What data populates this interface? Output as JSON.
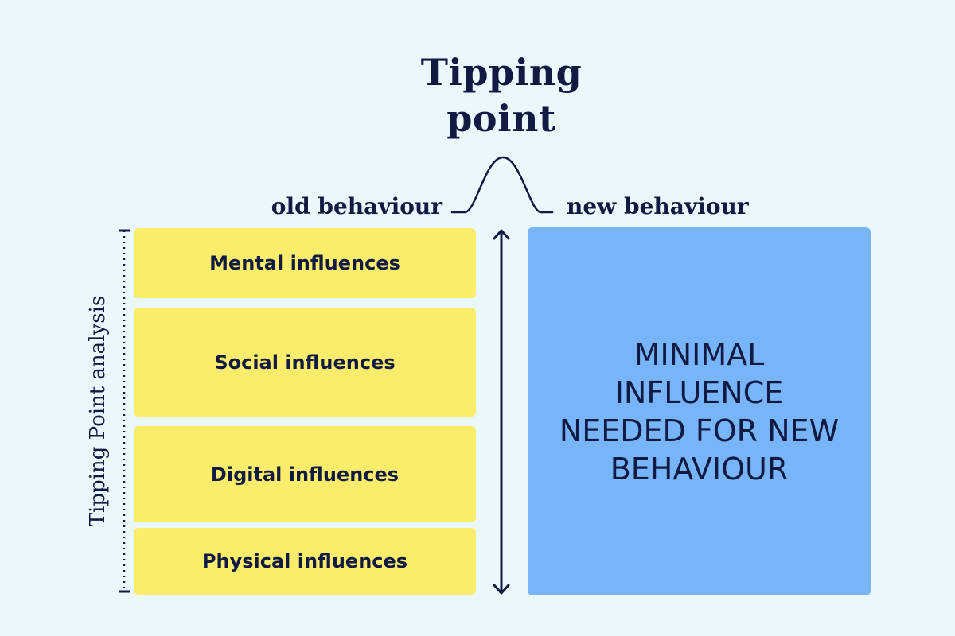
{
  "title": "Tipping point",
  "labels": {
    "old": "old behaviour",
    "new": "new behaviour",
    "axis": "Tipping Point analysis"
  },
  "influences": [
    "Mental influences",
    "Social influences",
    "Digital influences",
    "Physical influences"
  ],
  "panel_text": "MINIMAL INFLUENCE NEEDED FOR NEW BEHAVIOUR",
  "colors": {
    "background": "#eaf8fc",
    "ink": "#101a43",
    "yellow": "#fbed6b",
    "blue": "#78b4f8"
  }
}
